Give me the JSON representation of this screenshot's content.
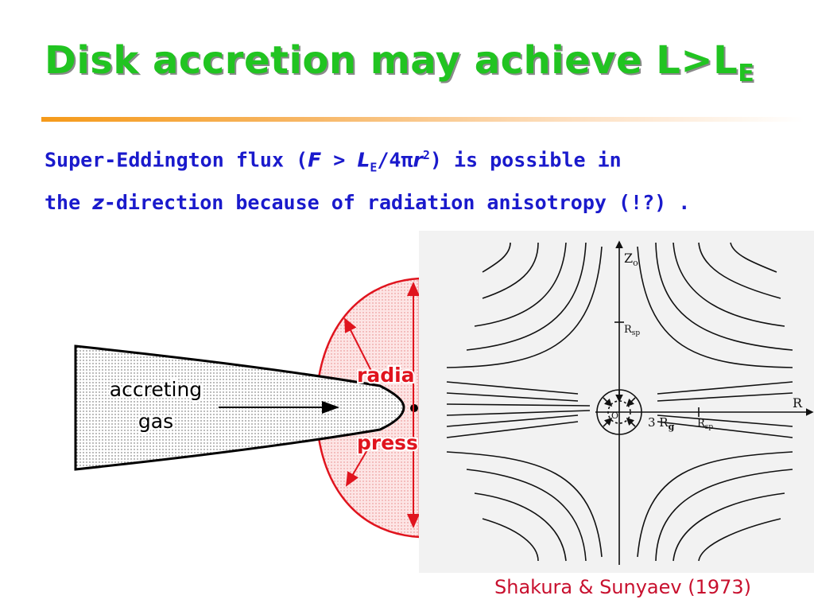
{
  "title": {
    "text": "Disk accretion may achieve L>L",
    "subscript": "E"
  },
  "paragraph": {
    "line1_a": "Super-Eddington flux (",
    "line1_F": "F",
    "line1_gt": " > ",
    "line1_L": "L",
    "line1_E": "E",
    "line1_frac": "/4π",
    "line1_r": "r",
    "line1_exp": "2",
    "line1_b": ") is possible in",
    "line2_a": "the ",
    "line2_z": "z",
    "line2_b": "-direction because of radiation anisotropy (!?) ."
  },
  "diagram": {
    "accreting": "accreting",
    "gas": "gas",
    "radiation": "radia",
    "pressure": "press"
  },
  "figure": {
    "z_label": "Z",
    "z_sub": "o",
    "r_label": "R",
    "rsp_top": "R",
    "rsp_top_sub": "sp",
    "rsp_right": "R",
    "rsp_right_sub": "sp",
    "rg_label": "3 R",
    "rg_sub": "g",
    "origin": "O"
  },
  "caption": "Shakura & Sunyaev (1973)",
  "colors": {
    "title": "#21c421",
    "body": "#1a1acc",
    "accent_red": "#e0141e",
    "caption": "#c8102e"
  }
}
